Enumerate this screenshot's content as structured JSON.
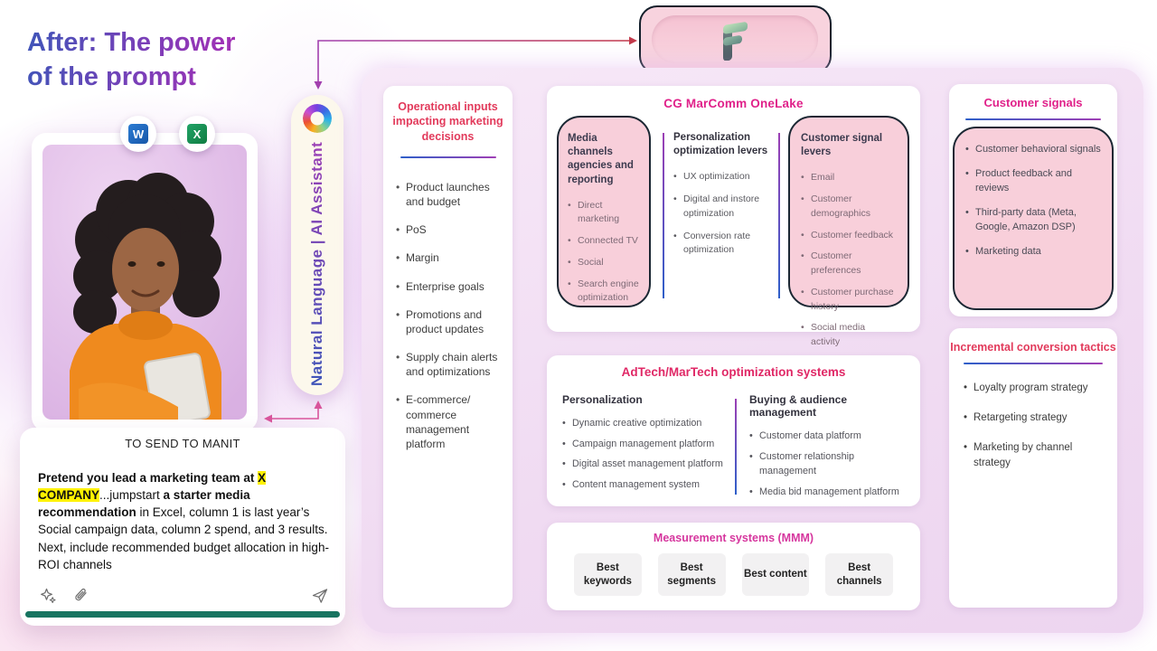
{
  "title": {
    "line1": "After: The power",
    "line2": "of the prompt"
  },
  "assistant_pill": {
    "label": "Natural Language | AI Assistant"
  },
  "icons": {
    "word_letter": "W",
    "excel_letter": "X"
  },
  "chat": {
    "header": "TO SEND TO MANIT",
    "prompt": {
      "bold1": "Pretend you lead a marketing team at ",
      "highlight": "X COMPANY",
      "regular1": "...jumpstart ",
      "bold2": "a starter media recommendation",
      "regular2": " in Excel, column 1 is last year’s Social campaign data, column 2 spend, and 3 results. Next, include recommended budget allocation in high-ROI channels"
    }
  },
  "cards": {
    "operational": {
      "title": "Operational inputs impacting marketing decisions",
      "items": [
        "Product launches and budget",
        "PoS",
        "Margin",
        "Enterprise goals",
        "Promotions and product updates",
        "Supply chain alerts and optimizations",
        "E-commerce/ commerce management platform"
      ]
    },
    "onelake": {
      "title": "CG MarComm OneLake",
      "columns": [
        {
          "heading": "Media channels agencies and reporting",
          "items": [
            "Direct marketing",
            "Connected TV",
            "Social",
            "Search engine optimization"
          ]
        },
        {
          "heading": "Personalization optimization levers",
          "items": [
            "UX optimization",
            "Digital and instore optimization",
            "Conversion rate optimization"
          ]
        },
        {
          "heading": "Customer signal levers",
          "items": [
            "Email",
            "Customer demographics",
            "Customer feedback",
            "Customer preferences",
            "Customer purchase history",
            "Social media activity"
          ]
        }
      ]
    },
    "adtech": {
      "title": "AdTech/MarTech optimization systems",
      "columns": [
        {
          "heading": "Personalization",
          "items": [
            "Dynamic creative optimization",
            "Campaign management platform",
            "Digital asset management platform",
            "Content management system"
          ]
        },
        {
          "heading": "Buying & audience management",
          "items": [
            "Customer data platform",
            "Customer relationship management",
            "Media bid management platform"
          ]
        }
      ]
    },
    "measurement": {
      "title": "Measurement systems (MMM)",
      "boxes": [
        "Best keywords",
        "Best segments",
        "Best content",
        "Best channels"
      ]
    },
    "customer_signals": {
      "title": "Customer signals",
      "items": [
        "Customer behavioral signals",
        "Product feedback and reviews",
        "Third-party data (Meta, Google, Amazon DSP)",
        "Marketing data"
      ]
    },
    "incremental": {
      "title": "Incremental conversion tactics",
      "items": [
        "Loyalty program strategy",
        "Retargeting strategy",
        "Marketing by channel strategy"
      ]
    }
  },
  "colors": {
    "accent_magenta": "#e0218a",
    "accent_crimson": "#e23a5b",
    "adtech_title": "#e02866",
    "measurement_title": "#d6369e",
    "panel_pink": "#f0dbf2",
    "pill_pink": "#f8cfda",
    "dark_border": "#1b2733",
    "cream_pill": "#fcf8ec",
    "green_bar": "#177460",
    "highlight_yellow": "#fff200",
    "title_gradient_start": "#3f55b8",
    "title_gradient_end": "#a62fb5"
  }
}
